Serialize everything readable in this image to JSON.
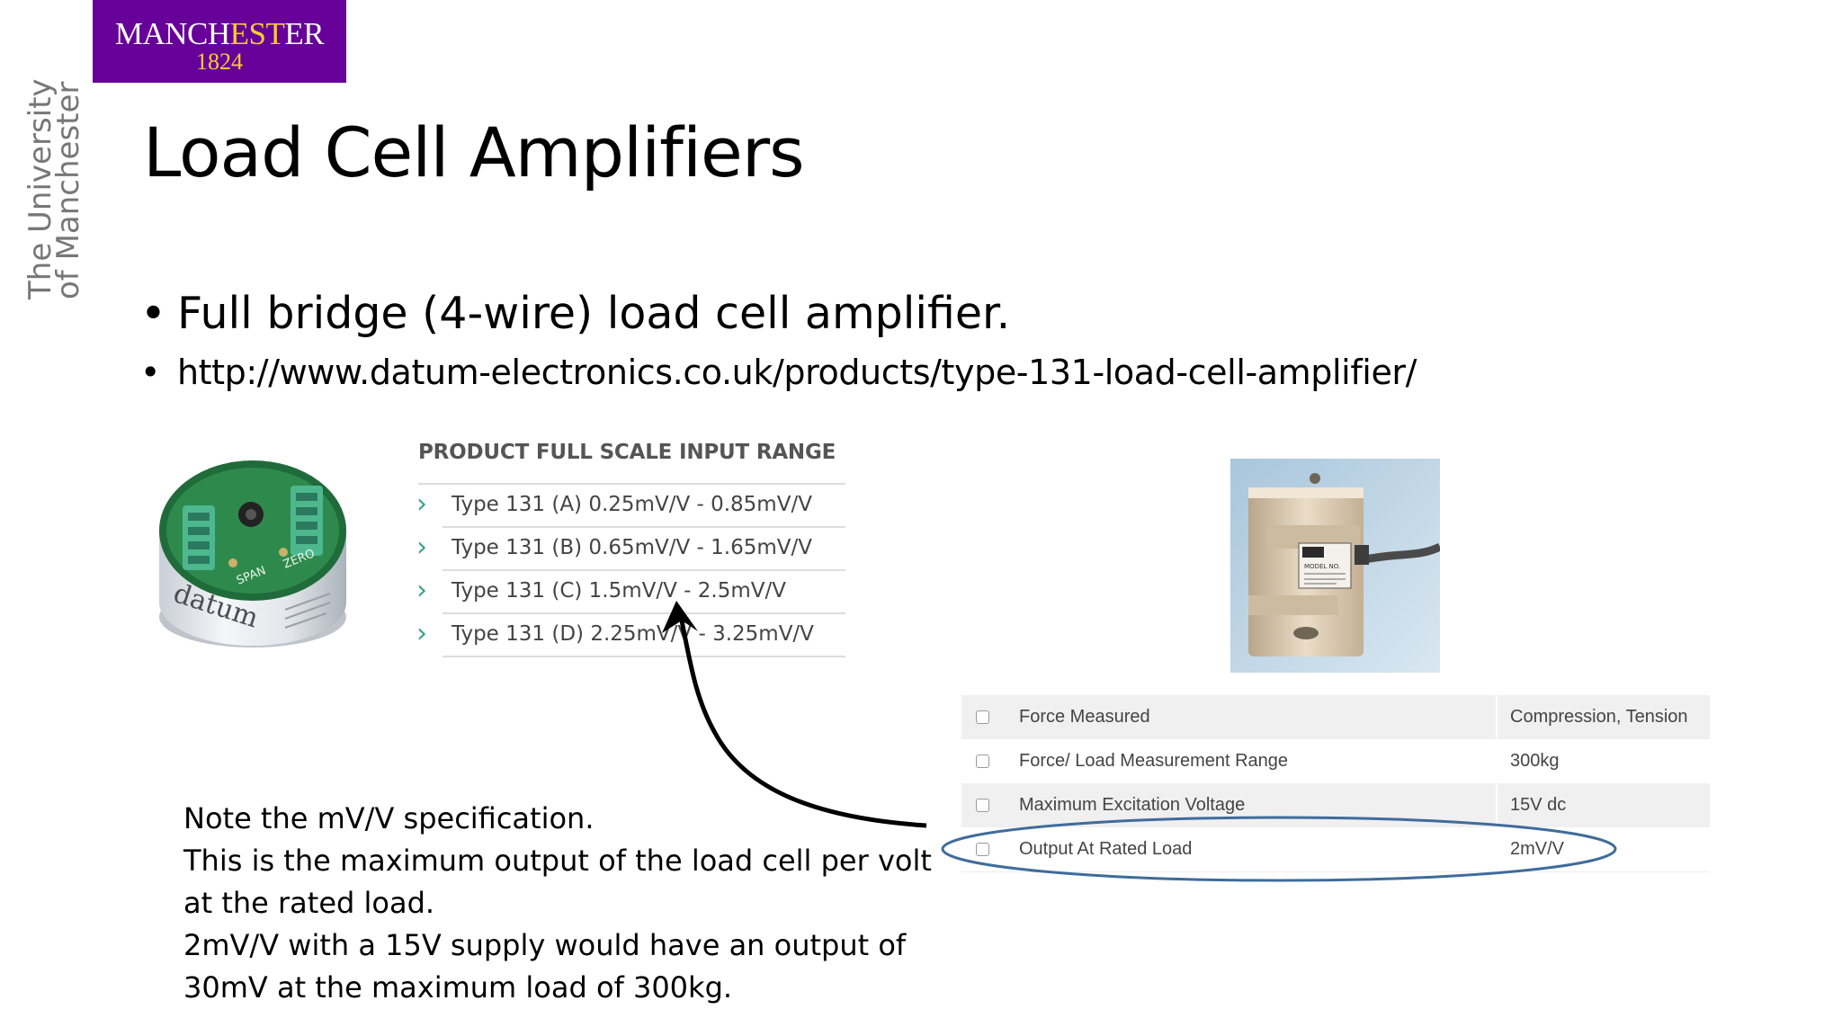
{
  "logo": {
    "name_part1": "MANCH",
    "name_part2": "EST",
    "name_part3": "ER",
    "year": "1824",
    "side_line1": "The University",
    "side_line2": "of Manchester"
  },
  "slide": {
    "title": "Load Cell Amplifiers",
    "bullets": [
      "Full bridge (4-wire) load cell amplifier.",
      "http://www.datum-electronics.co.uk/products/type-131-load-cell-amplifier/"
    ]
  },
  "range": {
    "title": "PRODUCT FULL SCALE INPUT RANGE",
    "items": [
      "Type 131 (A) 0.25mV/V - 0.85mV/V",
      "Type 131 (B) 0.65mV/V - 1.65mV/V",
      "Type 131 (C) 1.5mV/V - 2.5mV/V",
      "Type 131 (D) 2.25mV/V - 3.25mV/V"
    ]
  },
  "photos": {
    "amplifier_labels": [
      "datum",
      "SPAN",
      "ZERO"
    ],
    "sensor_label": "MODEL NO."
  },
  "specs": {
    "rows": [
      {
        "label": "Force Measured",
        "value": "Compression, Tension"
      },
      {
        "label": "Force/ Load Measurement Range",
        "value": "300kg"
      },
      {
        "label": "Maximum Excitation Voltage",
        "value": "15V dc"
      },
      {
        "label": "Output At Rated Load",
        "value": "2mV/V"
      }
    ]
  },
  "note": {
    "lines": [
      "Note the mV/V specification.",
      "This is the maximum output of the load cell per volt",
      "at the rated load.",
      "2mV/V with a 15V supply would have an output of",
      "30mV at the maximum load of 300kg."
    ]
  },
  "colors": {
    "brand_purple": "#660099",
    "brand_gold": "#ffcc33",
    "ellipse": "#3f6c9b",
    "chevron": "#3a9f8a"
  }
}
